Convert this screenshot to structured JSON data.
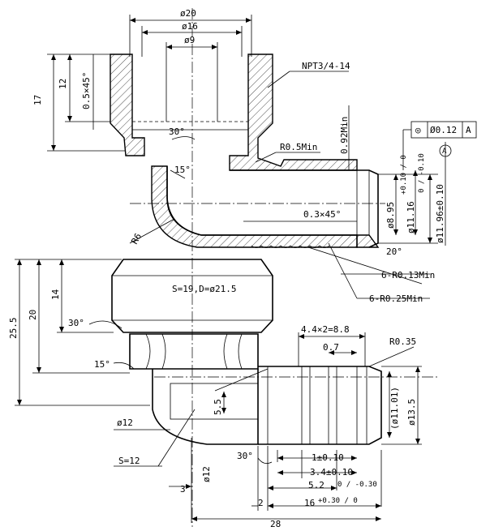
{
  "top_view": {
    "dim_d20": "ø20",
    "dim_d16": "ø16",
    "dim_d9": "ø9",
    "dim_17": "17",
    "dim_12": "12",
    "dim_chamfer": "0.5×45°",
    "thread": "NPT3/4-14",
    "dim_30deg": "30°",
    "dim_15deg": "15°",
    "r05min": "R0.5Min",
    "dim_092min": "0.92Min",
    "fcf_symbol": "◎",
    "fcf_tol": "Ø0.12",
    "fcf_datum": "A",
    "datum_a": "A",
    "r6": "R6",
    "chamfer_03": "0.3×45°",
    "d895": "ø8.95",
    "d895_tol": "+0.10 / 0",
    "d1116": "ø11.16",
    "d1116_tol": "0 / -0.10",
    "d1196": "ø11.96±0.10",
    "angle20": "20°",
    "r013": "6-R0.13Min",
    "r025": "6-R0.25Min"
  },
  "bottom_view": {
    "dim_255": "25.5",
    "dim_20": "20",
    "dim_14": "14",
    "hex_label": "S=19,D=ø21.5",
    "angle30": "30°",
    "angle15": "15°",
    "dim_44x2": "4.4×2=8.8",
    "dim_07": "0.7",
    "r035": "R0.35",
    "d1101": "(ø11.01)",
    "d135": "ø13.5",
    "dim_55": "5.5",
    "d12a": "ø12",
    "s12": "S=12",
    "d12b": "ø12",
    "dim_3": "3",
    "angle30b": "30°",
    "dim_1": "1±0.10",
    "dim_34": "3.4±0.10",
    "dim_52": "5.2",
    "dim_52_tol": "0 / -0.30",
    "dim_16": "16",
    "dim_16_tol": "+0.30 / 0",
    "dim_2": "2",
    "dim_28": "28"
  }
}
